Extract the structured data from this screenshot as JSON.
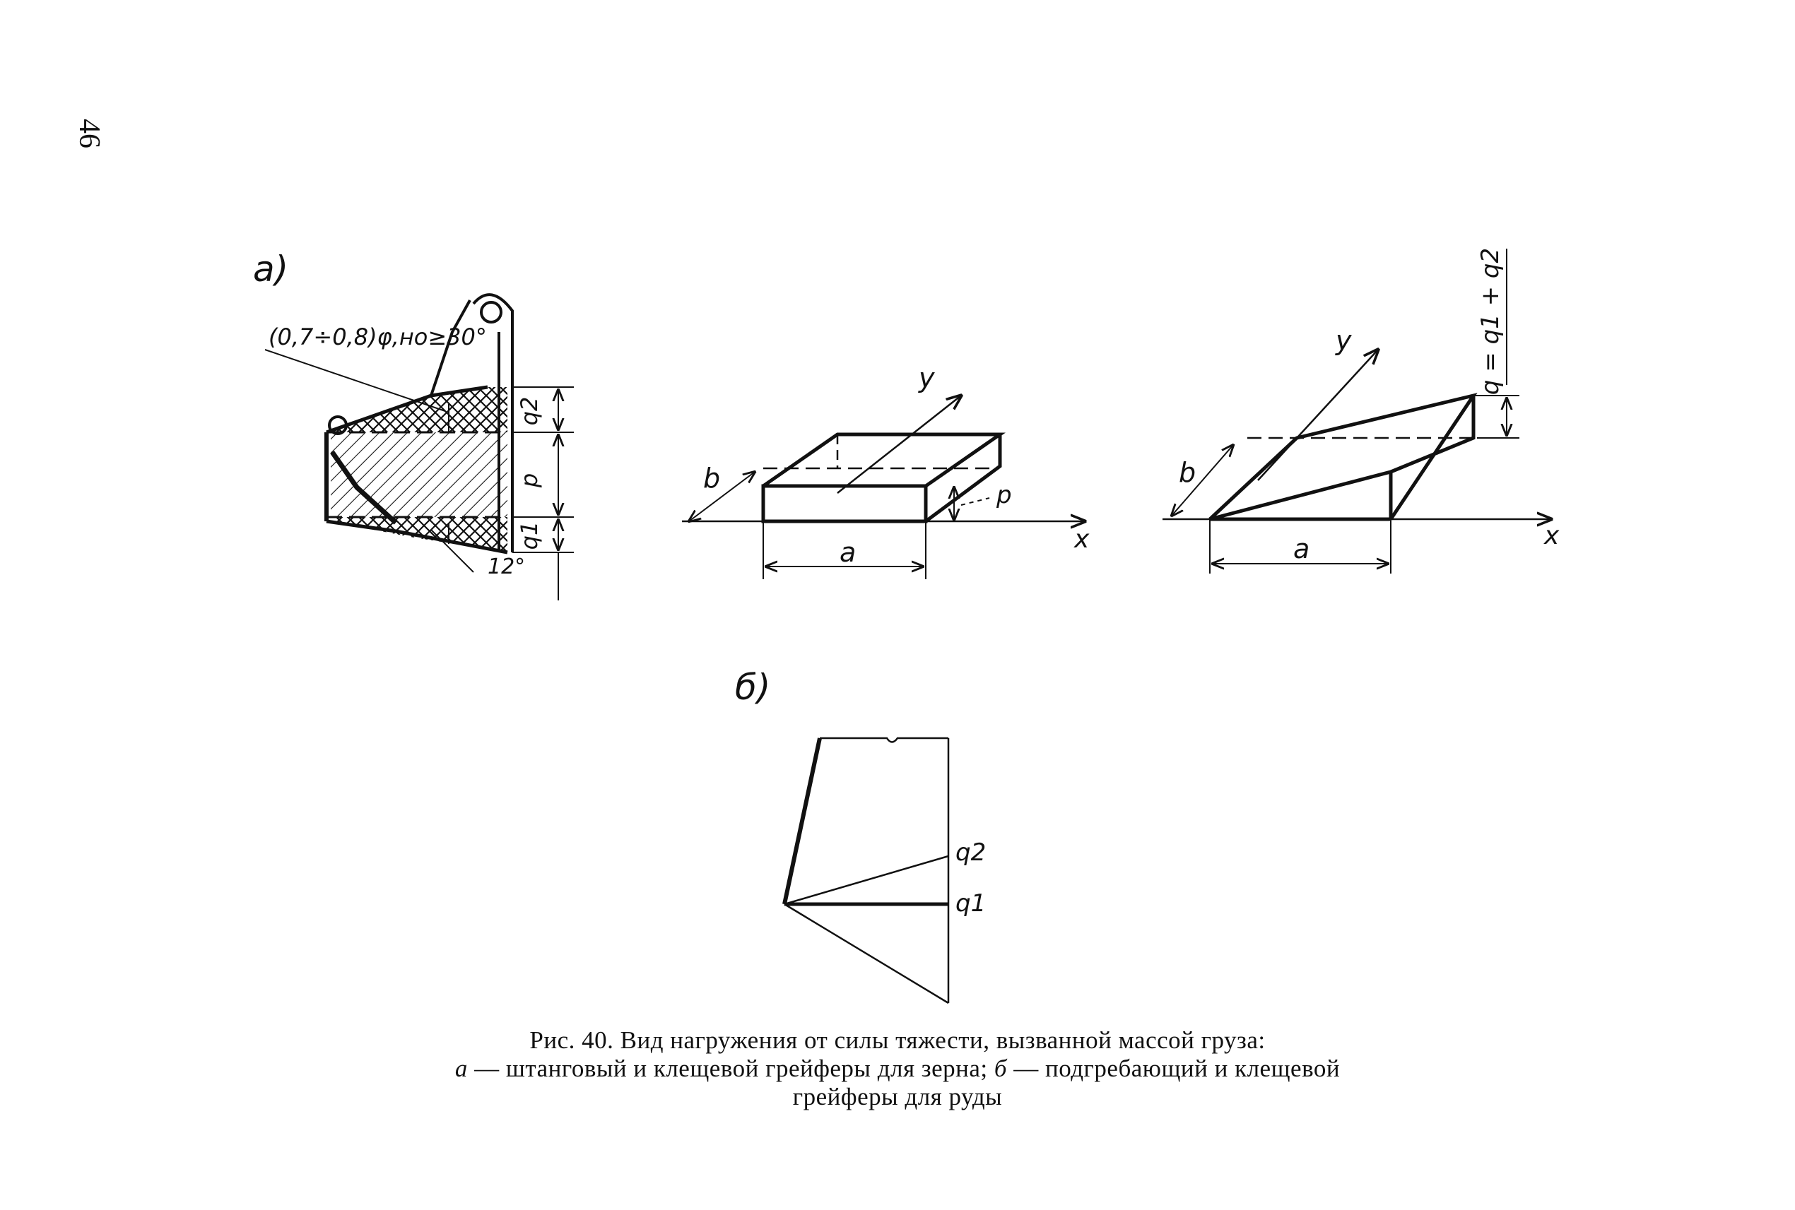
{
  "page_number": "46",
  "figure": {
    "panel_a_label": "а)",
    "panel_b_label": "б)",
    "angle_note": "(0,7÷0,8)φ,но≥30°",
    "angle_12": "12°",
    "label_q2": "q2",
    "label_p": "p",
    "label_q1": "q1",
    "label_a": "a",
    "label_b": "b",
    "label_x": "x",
    "label_y": "y",
    "label_q_formula": "q = q1 + q2"
  },
  "caption": {
    "line1": "Рис. 40. Вид нагружения от силы тяжести, вызванной массой груза:",
    "line2_a": "а",
    "line2_text": " — штанговый и клещевой грейферы для зерна; ",
    "line2_b": "б",
    "line2_rest": " — подгребающий и клещевой",
    "line3": "грейферы для руды"
  }
}
